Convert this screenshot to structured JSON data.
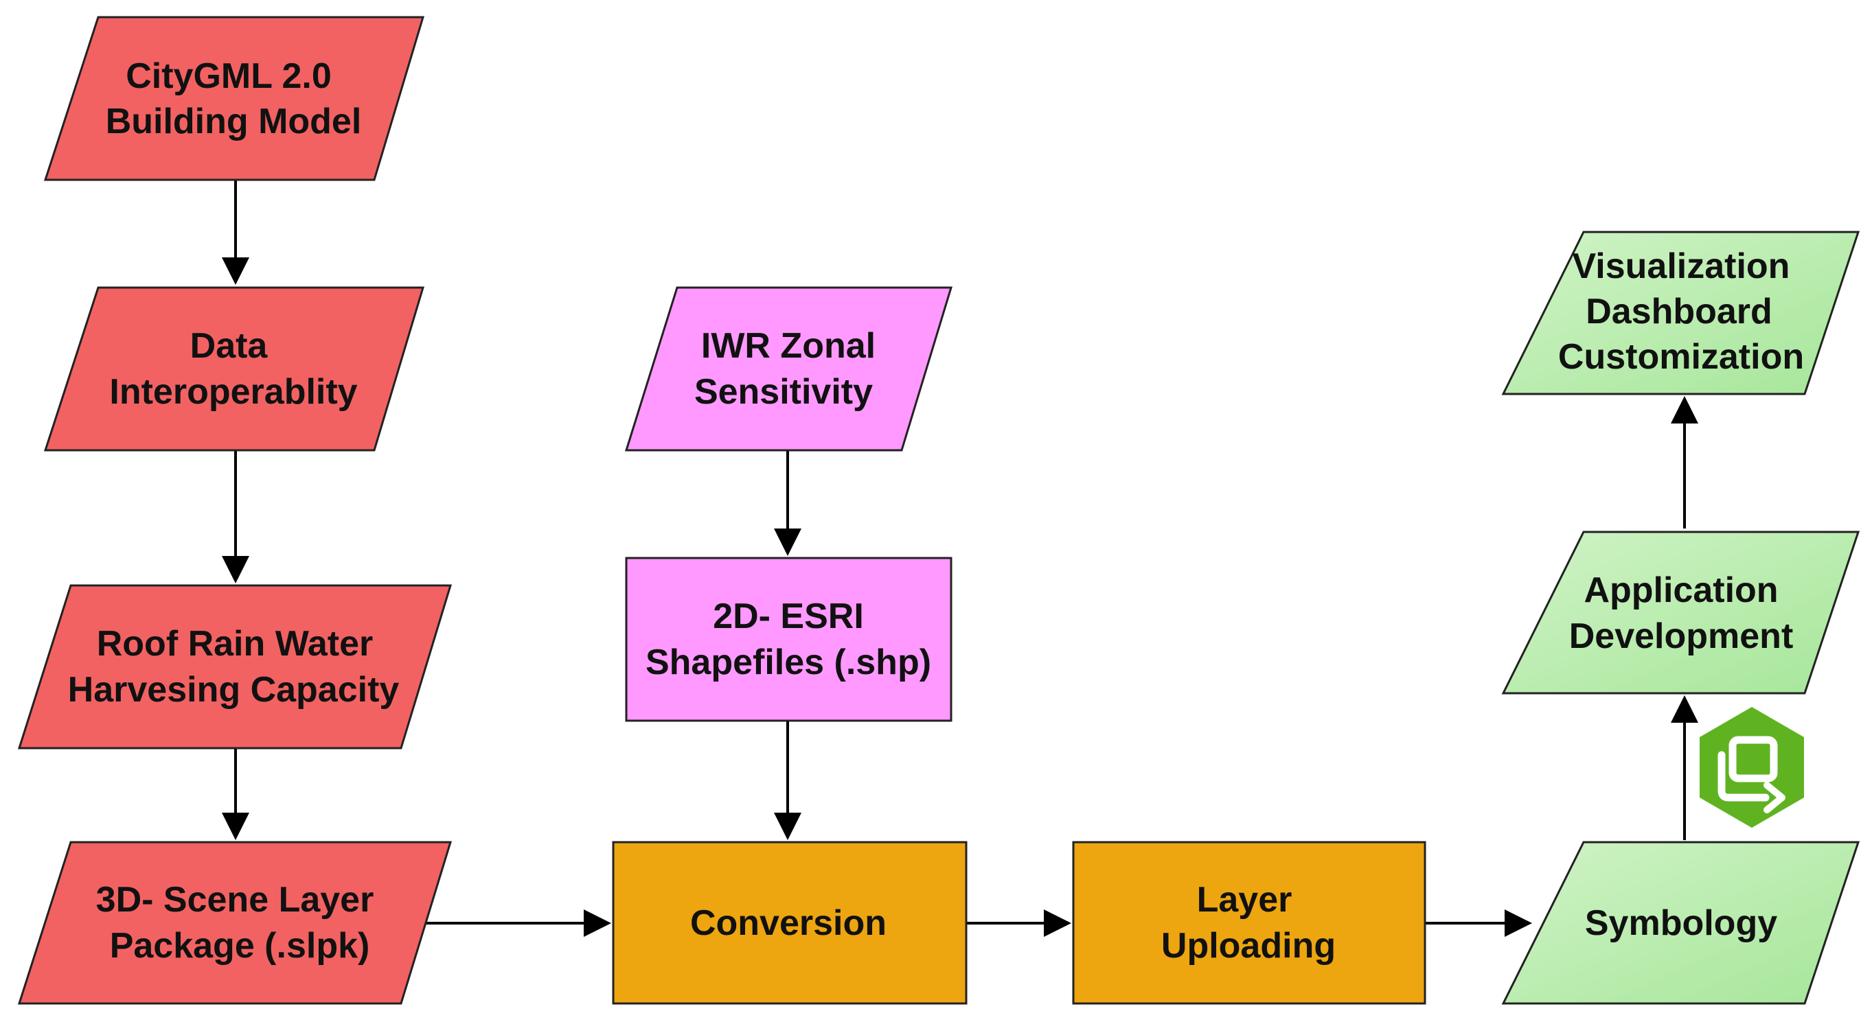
{
  "colors": {
    "red": "#f26262",
    "pink": "#ff99ff",
    "orange": "#eda510",
    "green": "#a6e69a",
    "green_light": "#d0f3c6",
    "icon_green": "#5fb320"
  },
  "nodes": {
    "citygml": {
      "line1": "CityGML 2.0",
      "line2": "Building Model"
    },
    "interop": {
      "line1": "Data",
      "line2": "Interoperablity"
    },
    "roof": {
      "line1": "Roof Rain Water",
      "line2": "Harvesing Capacity"
    },
    "scene": {
      "line1": "3D- Scene Layer",
      "line2": "Package (.slpk)"
    },
    "iwr": {
      "line1": "IWR Zonal",
      "line2": "Sensitivity"
    },
    "esri": {
      "line1": "2D- ESRI",
      "line2": "Shapefiles (.shp)"
    },
    "conversion": {
      "line1": "Conversion"
    },
    "upload": {
      "line1": "Layer",
      "line2": "Uploading"
    },
    "symbology": {
      "line1": "Symbology"
    },
    "appdev": {
      "line1": "Application",
      "line2": "Development"
    },
    "viz": {
      "line1": "Visualization",
      "line2": "Dashboard",
      "line3": "Customization"
    }
  },
  "icons": {
    "app_icon": "arcgis-experience-builder-icon"
  }
}
